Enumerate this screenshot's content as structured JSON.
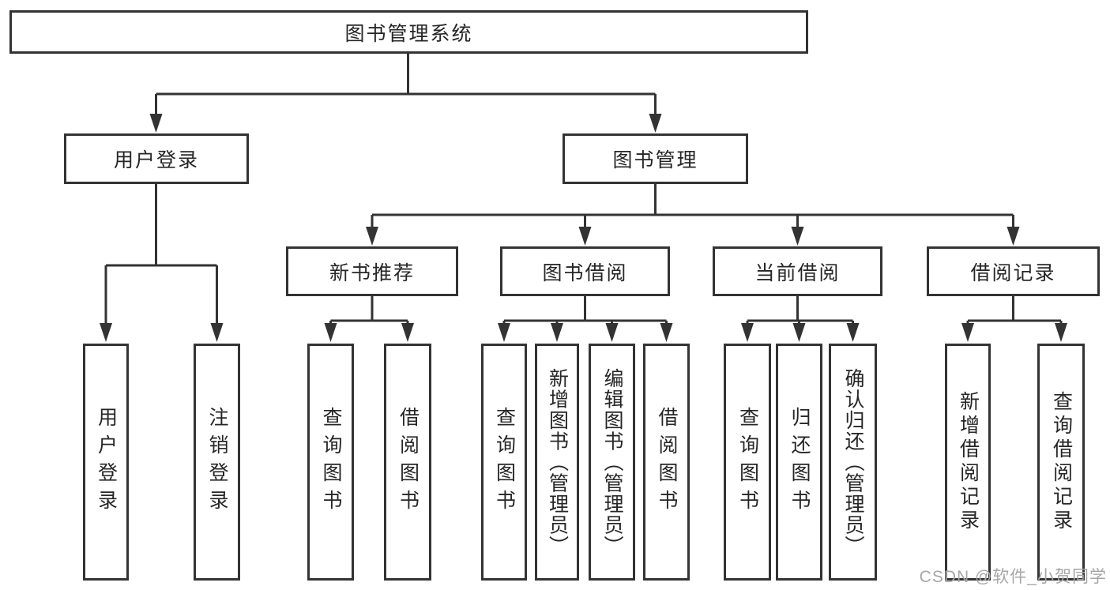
{
  "diagram": {
    "root": {
      "label": "图书管理系统"
    },
    "branches": [
      {
        "label": "用户登录",
        "children": [
          {
            "label": "用户登录"
          },
          {
            "label": "注销登录"
          }
        ]
      },
      {
        "label": "图书管理",
        "children": [
          {
            "label": "新书推荐",
            "children": [
              {
                "label": "查询图书"
              },
              {
                "label": "借阅图书"
              }
            ]
          },
          {
            "label": "图书借阅",
            "children": [
              {
                "label": "查询图书"
              },
              {
                "label": "新增图书（管理员）"
              },
              {
                "label": "编辑图书（管理员）"
              },
              {
                "label": "借阅图书"
              }
            ]
          },
          {
            "label": "当前借阅",
            "children": [
              {
                "label": "查询图书"
              },
              {
                "label": "归还图书"
              },
              {
                "label": "确认归还（管理员）"
              }
            ]
          },
          {
            "label": "借阅记录",
            "children": [
              {
                "label": "新增借阅记录"
              },
              {
                "label": "查询借阅记录"
              }
            ]
          }
        ]
      }
    ]
  },
  "watermark": {
    "text": "CSDN @软件_小贺同学"
  },
  "colors": {
    "line": "#333333",
    "border": "#333333",
    "text": "#262626",
    "watermark": "#a6a6a6",
    "background": "#ffffff"
  }
}
